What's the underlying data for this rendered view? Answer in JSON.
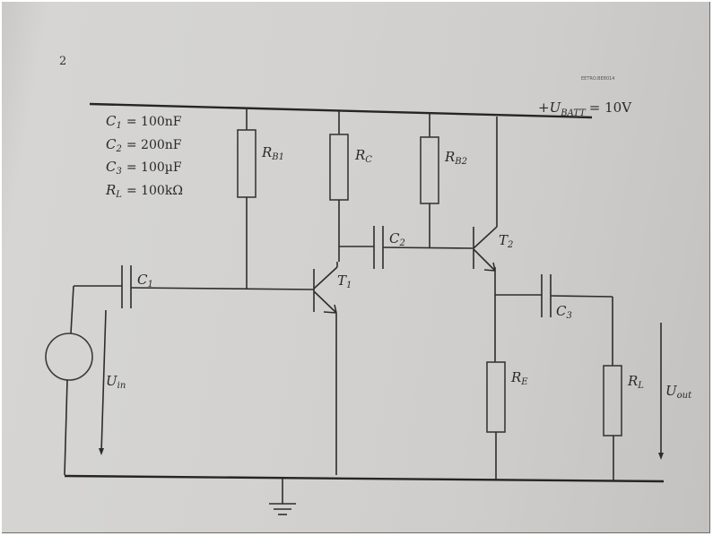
{
  "page": {
    "number": "2",
    "header_code": "EETRO.BE8014"
  },
  "supply": {
    "label": "+U",
    "subscript": "BATT",
    "value": "= 10V"
  },
  "component_values": [
    {
      "name": "C",
      "sub": "1",
      "value": "= 100nF"
    },
    {
      "name": "C",
      "sub": "2",
      "value": "= 200nF"
    },
    {
      "name": "C",
      "sub": "3",
      "value": "= 100µF"
    },
    {
      "name": "R",
      "sub": "L",
      "value": "= 100kΩ"
    }
  ],
  "labels": {
    "rb1": {
      "name": "R",
      "sub": "B1"
    },
    "rc": {
      "name": "R",
      "sub": "C"
    },
    "rb2": {
      "name": "R",
      "sub": "B2"
    },
    "re": {
      "name": "R",
      "sub": "E"
    },
    "rl": {
      "name": "R",
      "sub": "L"
    },
    "c1": {
      "name": "C",
      "sub": "1"
    },
    "c2": {
      "name": "C",
      "sub": "2"
    },
    "c3": {
      "name": "C",
      "sub": "3"
    },
    "t1": {
      "name": "T",
      "sub": "1"
    },
    "t2": {
      "name": "T",
      "sub": "2"
    },
    "uin": {
      "name": "U",
      "sub": "in"
    },
    "uout": {
      "name": "U",
      "sub": "out"
    }
  }
}
